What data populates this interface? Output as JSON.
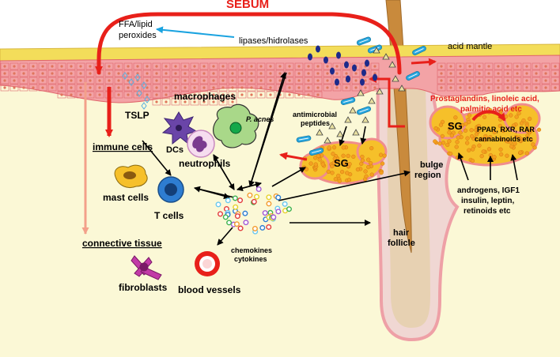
{
  "labels": {
    "sebum": "SEBUM",
    "ffa_line1": "FFA/lipid",
    "ffa_line2": "peroxides",
    "lipases": "lipases/hidrolases",
    "acid_mantle": "acid mantle",
    "prostaglandins_line1": "Prostaglandins, linoleic acid,",
    "prostaglandins_line2": "palmitic acid etc",
    "macrophages": "macrophages",
    "p_acnes": "P. acnes",
    "antimicrobial_line1": "antimicrobial",
    "antimicrobial_line2": "peptides",
    "tslp": "TSLP",
    "dcs": "DCs",
    "neutrophils": "neutrophils",
    "immune_cells": "immune cells",
    "mast_cells": "mast cells",
    "t_cells": "T cells",
    "sg_left": "SG",
    "sg_right": "SG",
    "ppar_line1": "PPAR, RXR, RAR",
    "ppar_line2": "cannabinoids etc",
    "bulge_line1": "bulge",
    "bulge_line2": "region",
    "androgens_line1": "androgens, IGF1",
    "androgens_line2": "insulin, leptin,",
    "androgens_line3": "retinoids etc",
    "hair_line1": "hair",
    "hair_line2": "follicle",
    "chemokines_line1": "chemokines",
    "chemokines_line2": "cytokines",
    "connective_tissue": "connective tissue",
    "fibroblasts": "fibroblasts",
    "blood_vessels": "blood vessels"
  },
  "colors": {
    "sebum_red": "#e8201a",
    "stratum_corneum": "#f3dd5a",
    "epidermis_cell": "#f3a3a6",
    "dermis": "#fbf8d6",
    "sebaceous_gland": "#f6c02a",
    "hair_shaft": "#c98a3c",
    "follicle": "#f0d7d3",
    "arrow_blue": "#1aa3e0"
  },
  "icons": {
    "dc": "dendritic-cell-icon",
    "macrophage": "macrophage-icon",
    "neutrophil": "neutrophil-icon",
    "mast_cell": "mast-cell-icon",
    "t_cell": "t-cell-icon",
    "fibroblast": "fibroblast-icon",
    "blood_vessel": "blood-vessel-icon",
    "bacterium": "bacterium-icon"
  }
}
